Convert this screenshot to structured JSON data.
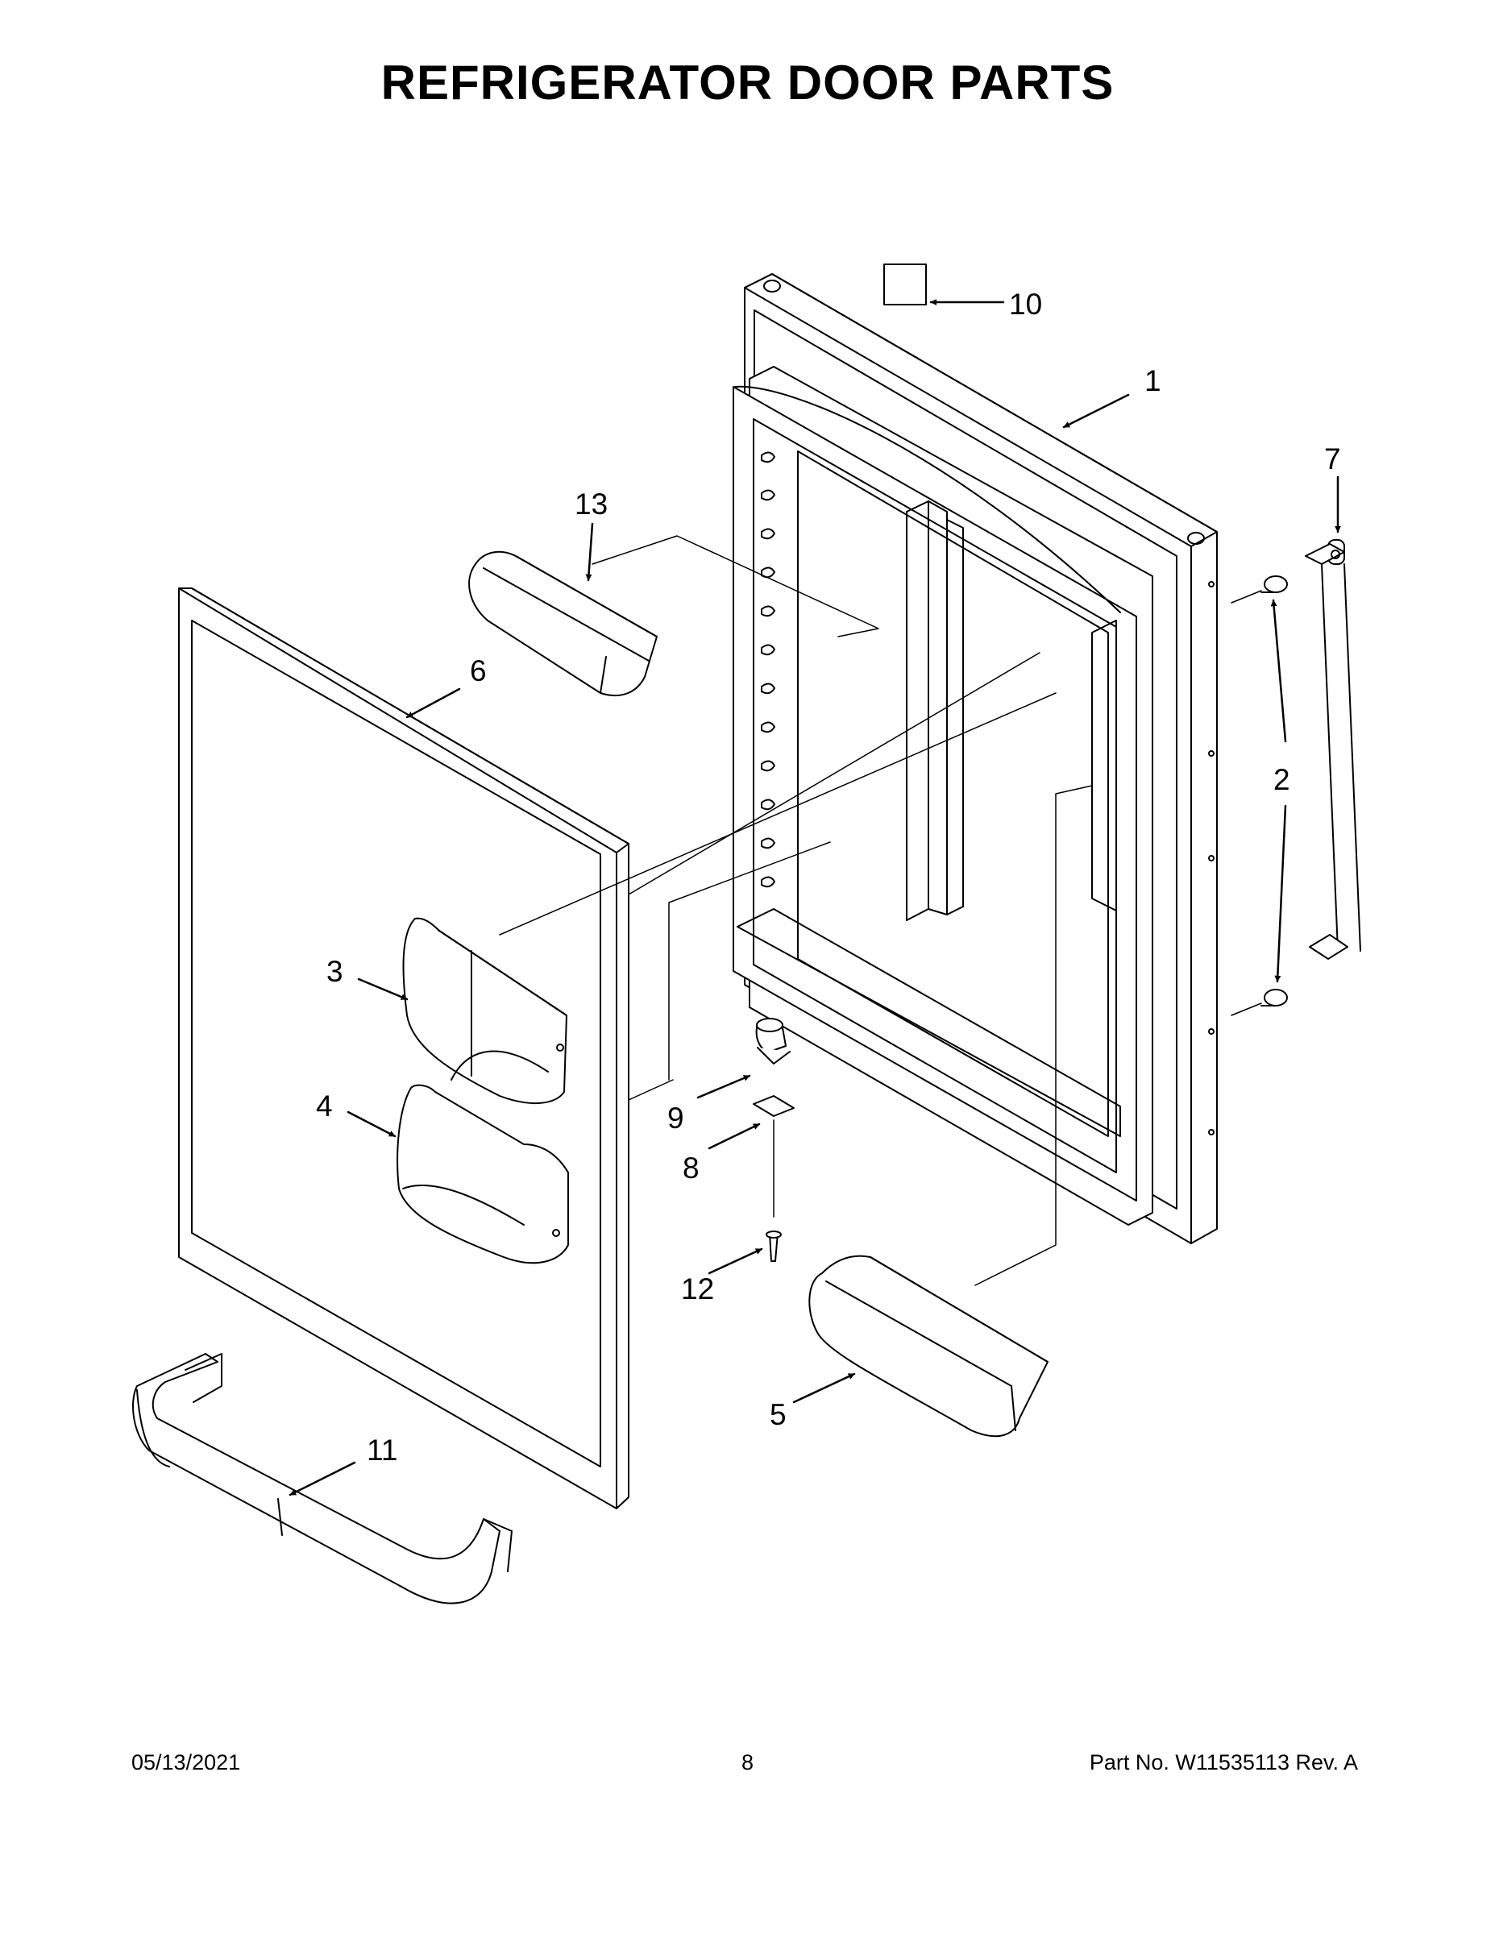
{
  "title": "REFRIGERATOR DOOR PARTS",
  "callouts": {
    "c1": "1",
    "c2": "2",
    "c3": "3",
    "c4": "4",
    "c5": "5",
    "c6": "6",
    "c7": "7",
    "c8": "8",
    "c9": "9",
    "c10": "10",
    "c11": "11",
    "c12": "12",
    "c13": "13"
  },
  "footer": {
    "date": "05/13/2021",
    "page": "8",
    "part": "Part No.  W11535113  Rev.  A"
  }
}
